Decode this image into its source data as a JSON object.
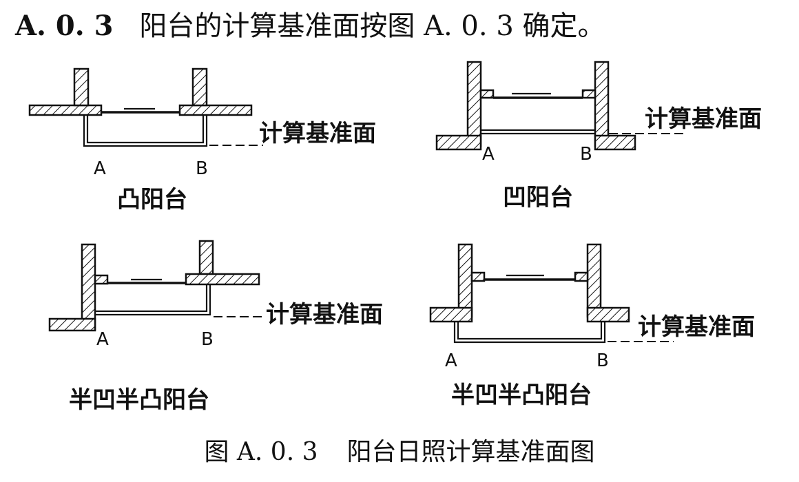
{
  "clause": {
    "number": "A. 0. 3",
    "text": "阳台的计算基准面按图 A. 0. 3 确定。"
  },
  "diagrams": [
    {
      "id": "convex",
      "label_a": "A",
      "label_b": "B",
      "reference_label": "计算基准面",
      "caption": "凸阳台"
    },
    {
      "id": "concave",
      "label_a": "A",
      "label_b": "B",
      "reference_label": "计算基准面",
      "caption": "凹阳台"
    },
    {
      "id": "semi-left",
      "label_a": "A",
      "label_b": "B",
      "reference_label": "计算基准面",
      "caption": "半凹半凸阳台"
    },
    {
      "id": "semi-right",
      "label_a": "A",
      "label_b": "B",
      "reference_label": "计算基准面",
      "caption": "半凹半凸阳台"
    }
  ],
  "figure_caption": {
    "number": "图 A. 0. 3",
    "title": "阳台日照计算基准面图"
  }
}
